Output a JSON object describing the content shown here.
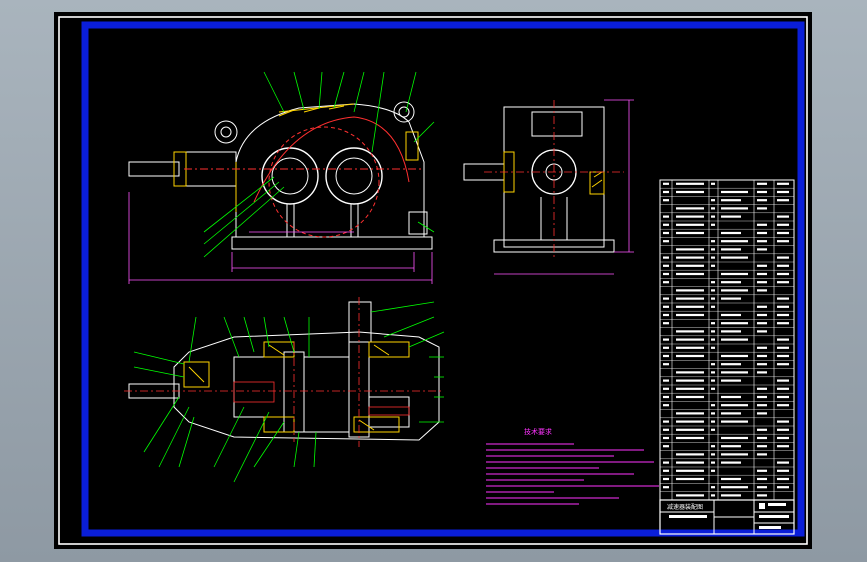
{
  "drawing": {
    "colors": {
      "background": "#000000",
      "frame": "#ffffff",
      "border": "#0a1ed8",
      "outline": "#ffffff",
      "leader": "#00ff00",
      "dimension": "#ff55ff",
      "section": "#ff3030",
      "hatch": "#ffd400",
      "centerline": "#ff2b2b",
      "notes": "#ff33ff"
    },
    "views": [
      {
        "name": "front-view"
      },
      {
        "name": "side-view"
      },
      {
        "name": "top-section-view"
      }
    ],
    "notes_title": "技术要求",
    "title_block": {
      "drawing_title": "减速器装配图"
    }
  }
}
